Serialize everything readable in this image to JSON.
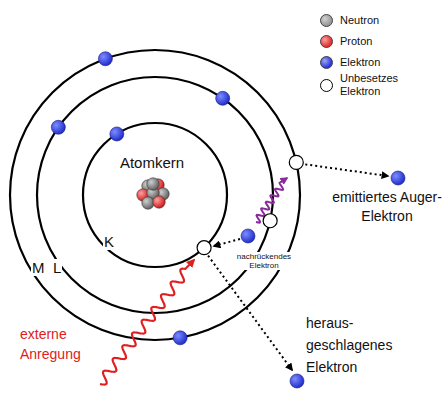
{
  "diagram": {
    "labels": [
      "Atomkern",
      "K",
      "L",
      "M",
      "nachrückendes Elektron",
      "emittiertes Auger-Elektron",
      "heraus- geschlagenes Elektron",
      "externe Anregung"
    ],
    "legend": [
      {
        "text": "Neutron",
        "color": "#999999"
      },
      {
        "text": "Proton",
        "color": "#e83030"
      },
      {
        "text": "Elektron",
        "color": "#2a3ae0"
      },
      {
        "text": "Unbesetzes Elektron",
        "color": "#ffffff"
      }
    ]
  }
}
